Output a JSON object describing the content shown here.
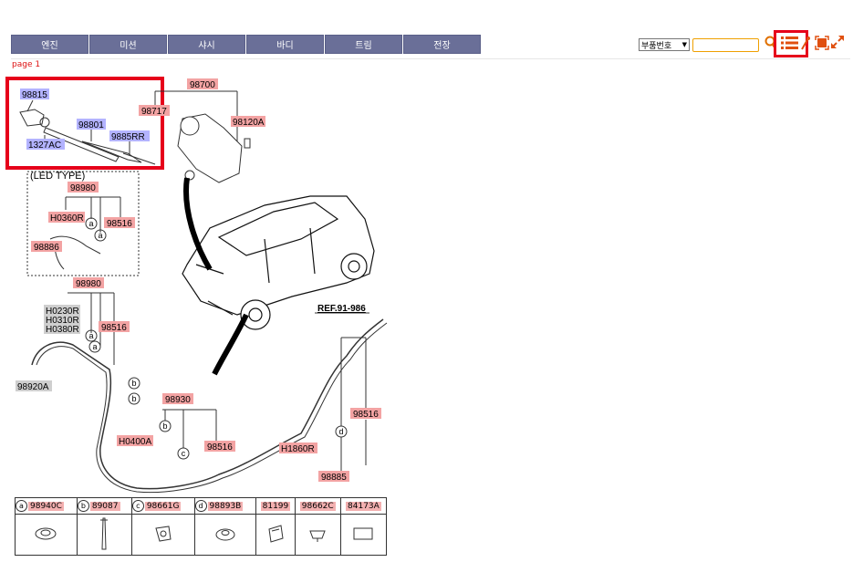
{
  "nav": [
    "엔진",
    "미션",
    "샤시",
    "바디",
    "트림",
    "전장"
  ],
  "page_label": "page 1",
  "search": {
    "select_value": "부품번호",
    "input_value": ""
  },
  "toolbar": {
    "icons": [
      "search-icon",
      "list-icon",
      "pin-icon",
      "fit-screen-icon",
      "expand-icon"
    ],
    "highlight_color": "#e6001a"
  },
  "diagram": {
    "blue_labels": [
      "98815",
      "98801",
      "1327AC",
      "9885RR"
    ],
    "red_labels": [
      "98700",
      "98717",
      "98120A",
      "98980",
      "H0360R",
      "98516",
      "98886",
      "98980",
      "98516",
      "98930",
      "H0400A",
      "98516",
      "H1860R",
      "98885",
      "98516"
    ],
    "gray_labels": [
      "H0230R",
      "H0310R",
      "H0380R",
      "98920A"
    ],
    "annotations": [
      "(LED TYPE)",
      "REF.91-986"
    ],
    "callouts": [
      "a",
      "a",
      "a",
      "a",
      "b",
      "b",
      "b",
      "c",
      "d"
    ]
  },
  "legend": [
    {
      "letter": "a",
      "code": "98940C"
    },
    {
      "letter": "b",
      "code": "89087"
    },
    {
      "letter": "c",
      "code": "98661G"
    },
    {
      "letter": "d",
      "code": "98893B"
    },
    {
      "letter": "",
      "code": "81199"
    },
    {
      "letter": "",
      "code": "98662C"
    },
    {
      "letter": "",
      "code": "84173A"
    }
  ]
}
